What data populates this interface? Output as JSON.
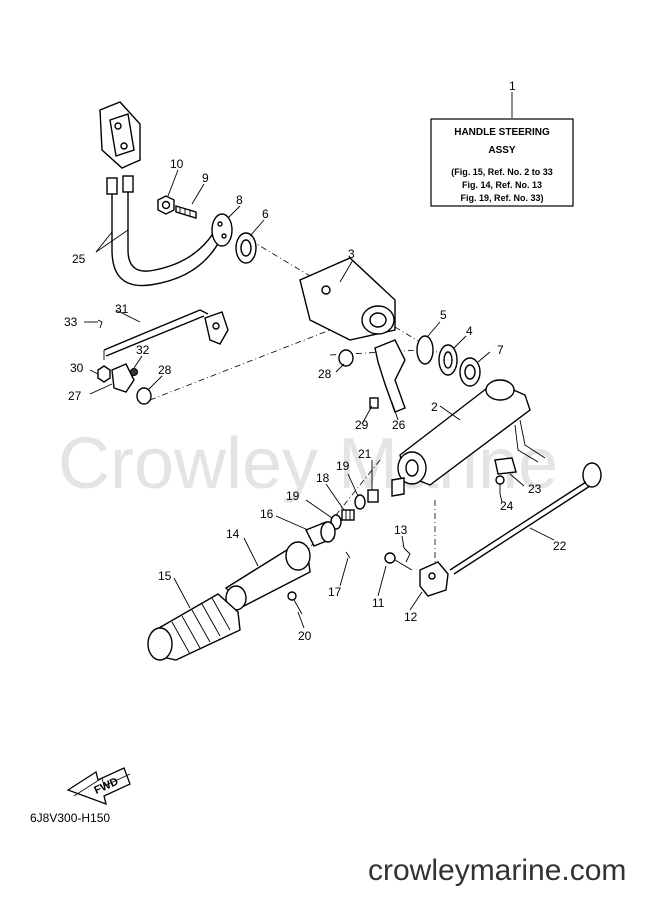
{
  "watermark": "Crowley Marine",
  "assy_box": {
    "line1": "HANDLE  STEERING",
    "line2": "ASSY",
    "line3": "(Fig. 15, Ref. No. 2 to 33",
    "line4": "Fig. 14, Ref. No. 13",
    "line5": "Fig. 19, Ref. No. 33)"
  },
  "callouts": [
    "1",
    "2",
    "3",
    "4",
    "5",
    "6",
    "7",
    "8",
    "9",
    "10",
    "11",
    "12",
    "13",
    "14",
    "15",
    "16",
    "17",
    "18",
    "19",
    "19",
    "20",
    "21",
    "22",
    "23",
    "24",
    "25",
    "26",
    "27",
    "28",
    "28",
    "29",
    "30",
    "31",
    "32",
    "33"
  ],
  "fwd_label": "FWD",
  "diagram_code": "6J8V300-H150",
  "site": "crowleymarine.com"
}
